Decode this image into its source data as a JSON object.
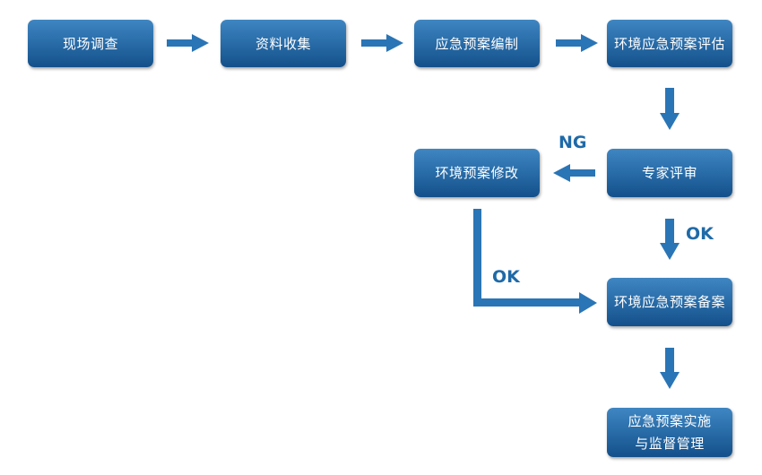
{
  "nodes": {
    "survey": "现场调查",
    "collect": "资料收集",
    "compile": "应急预案编制",
    "assess": "环境应急预案评估",
    "review": "专家评审",
    "modify": "环境预案修改",
    "record": "环境应急预案备案",
    "implement": "应急预案实施\n与监督管理"
  },
  "labels": {
    "ng": "NG",
    "ok_review": "OK",
    "ok_modify": "OK"
  },
  "colors": {
    "box_top": "#3f86c2",
    "box_bottom": "#14508a",
    "arrow": "#2a75b5",
    "label": "#1f6aa8"
  }
}
